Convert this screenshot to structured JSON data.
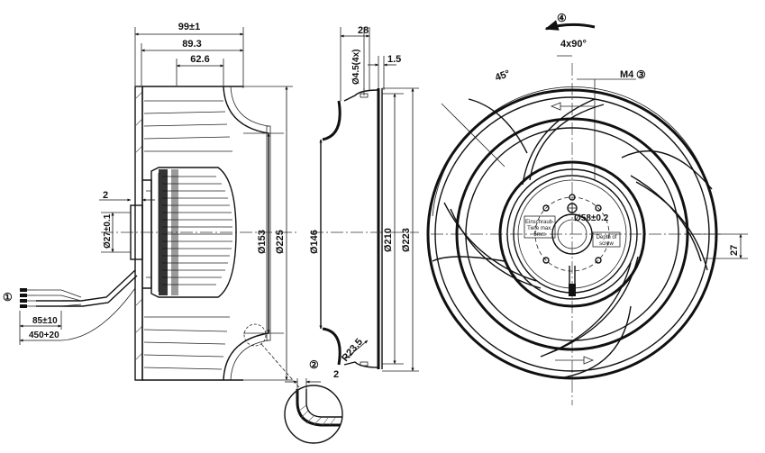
{
  "dimensions": {
    "overall_length": "99±1",
    "length_89": "89.3",
    "length_62": "62.6",
    "shaft_len": "2",
    "hub_dia": "Ø27±0.1",
    "cable_85": "85±10",
    "cable_450": "450+20",
    "dia_153": "Ø153",
    "dia_225": "Ø225",
    "inlet_depth": "28",
    "mount_hole": "Ø4.5(4x)",
    "flange_thk": "1.5",
    "dia_146": "Ø146",
    "dia_210": "Ø210",
    "dia_223": "Ø223",
    "radius": "R23.5",
    "detail_2": "2",
    "angle_45": "45°",
    "angle_4x90": "4x90°",
    "thread_m4": "M4",
    "pcd": "Ø58±0.2",
    "offset_27": "27"
  },
  "callouts": {
    "c1": "①",
    "c2": "②",
    "c3": "③",
    "c4": "④"
  },
  "labels": {
    "plate_left": [
      "Einschraub-",
      "Tiefe max.",
      "5mm"
    ],
    "plate_right": [
      "Depth of",
      "screw"
    ]
  }
}
